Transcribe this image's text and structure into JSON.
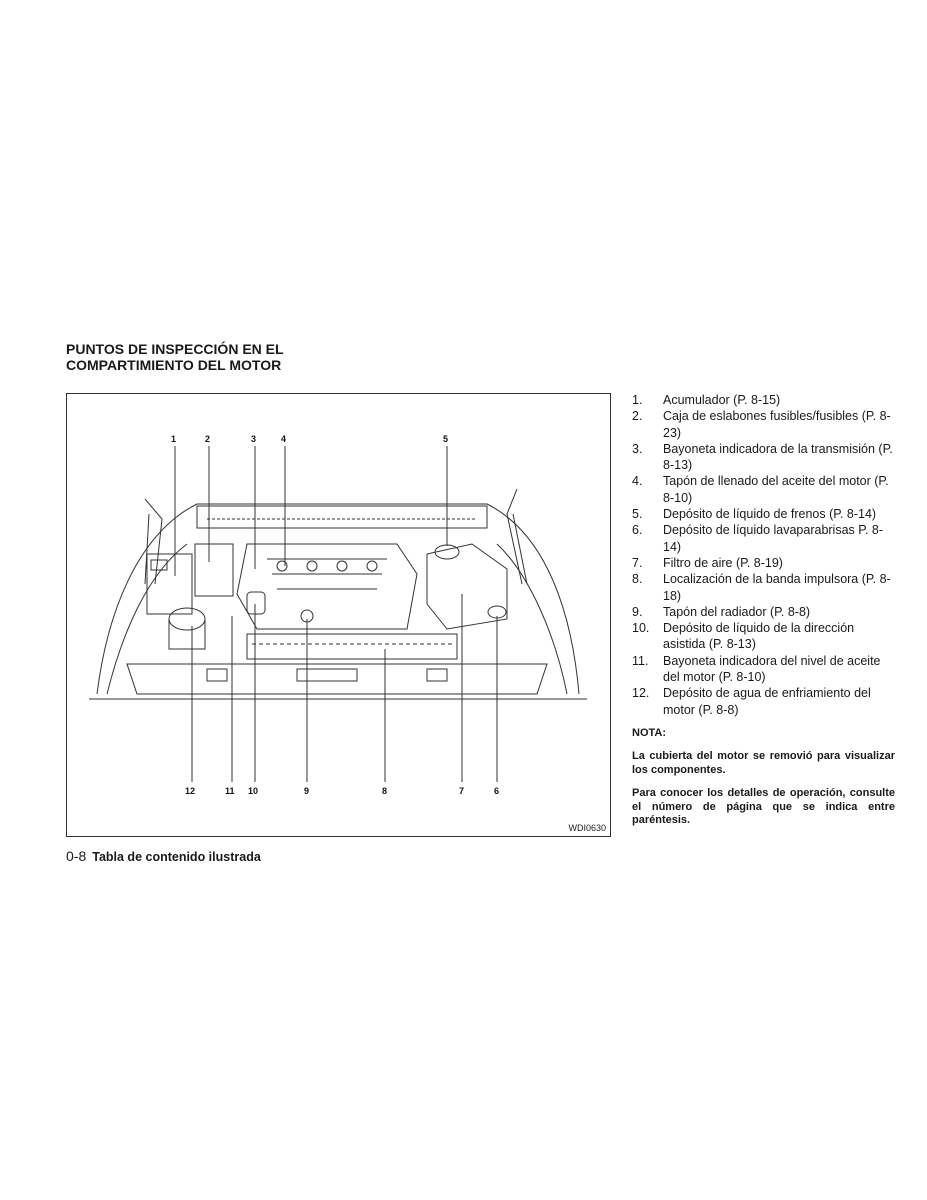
{
  "section_title": {
    "line1": "PUNTOS DE INSPECCIÓN EN EL",
    "line2": "COMPARTIMIENTO DEL MOTOR"
  },
  "figure": {
    "code": "WDI0630",
    "callouts_top": [
      "1",
      "2",
      "3",
      "4",
      "5"
    ],
    "callouts_bottom": [
      "12",
      "11",
      "10",
      "9",
      "8",
      "7",
      "6"
    ]
  },
  "items": [
    {
      "num": "1.",
      "text": "Acumulador (P. 8-15)"
    },
    {
      "num": "2.",
      "text": "Caja de eslabones fusibles/fusibles (P. 8-23)"
    },
    {
      "num": "3.",
      "text": "Bayoneta indicadora de la transmisión (P. 8-13)"
    },
    {
      "num": "4.",
      "text": "Tapón de llenado del aceite del motor (P. 8-10)"
    },
    {
      "num": "5.",
      "text": "Depósito de líquido de frenos (P. 8-14)"
    },
    {
      "num": "6.",
      "text": "Depósito de líquido lavaparabrisas P. 8-14)"
    },
    {
      "num": "7.",
      "text": "Filtro de aire (P. 8-19)"
    },
    {
      "num": "8.",
      "text": "Localización de la banda impulsora (P. 8-18)"
    },
    {
      "num": "9.",
      "text": "Tapón del radiador (P. 8-8)"
    },
    {
      "num": "10.",
      "text": "Depósito de líquido de la dirección asistida (P. 8-13)"
    },
    {
      "num": "11.",
      "text": "Bayoneta indicadora del nivel de aceite del motor (P. 8-10)"
    },
    {
      "num": "12.",
      "text": "Depósito de agua de enfriamiento del motor (P. 8-8)"
    }
  ],
  "nota": {
    "title": "NOTA:",
    "para1": "La cubierta del motor se removió para visualizar los componentes.",
    "para2": "Para conocer los detalles de operación, consulte el número de página que se indica entre paréntesis."
  },
  "footer": {
    "page": "0-8",
    "book_title": "Tabla de contenido ilustrada"
  }
}
